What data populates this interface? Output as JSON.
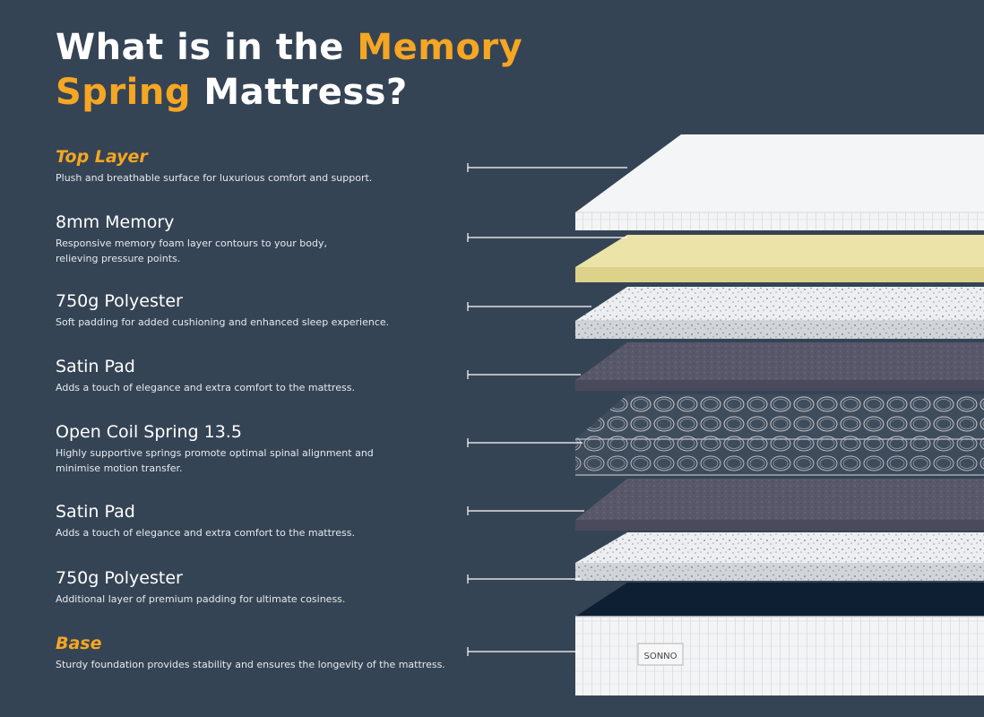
{
  "heading": {
    "part1": "What is in the ",
    "accent1": "Memory",
    "accent2": "Spring",
    "part2": " Mattress?"
  },
  "colors": {
    "background": "#354455",
    "accent": "#f5a623"
  },
  "layers": [
    {
      "name": "Top Layer",
      "desc_lines": [
        "Plush and breathable surface for luxurious comfort and support."
      ]
    },
    {
      "name": "8mm Memory",
      "desc_lines": [
        "Responsive memory foam layer contours to your body,",
        "relieving pressure points."
      ]
    },
    {
      "name": "750g Polyester",
      "desc_lines": [
        "Soft padding for added cushioning and enhanced sleep experience."
      ]
    },
    {
      "name": "Satin Pad",
      "desc_lines": [
        "Adds a touch of elegance and extra comfort to the mattress."
      ]
    },
    {
      "name": "Open Coil Spring 13.5",
      "desc_lines": [
        "Highly supportive springs promote optimal spinal alignment and",
        "minimise motion transfer."
      ]
    },
    {
      "name": "Satin Pad",
      "desc_lines": [
        "Adds a touch of elegance and extra comfort to the mattress."
      ]
    },
    {
      "name": "750g Polyester",
      "desc_lines": [
        "Additional layer of premium padding for ultimate cosiness."
      ]
    },
    {
      "name": "Base",
      "desc_lines": [
        "Sturdy foundation provides stability and ensures the longevity of the mattress."
      ]
    }
  ],
  "brand_label": "SONNO"
}
